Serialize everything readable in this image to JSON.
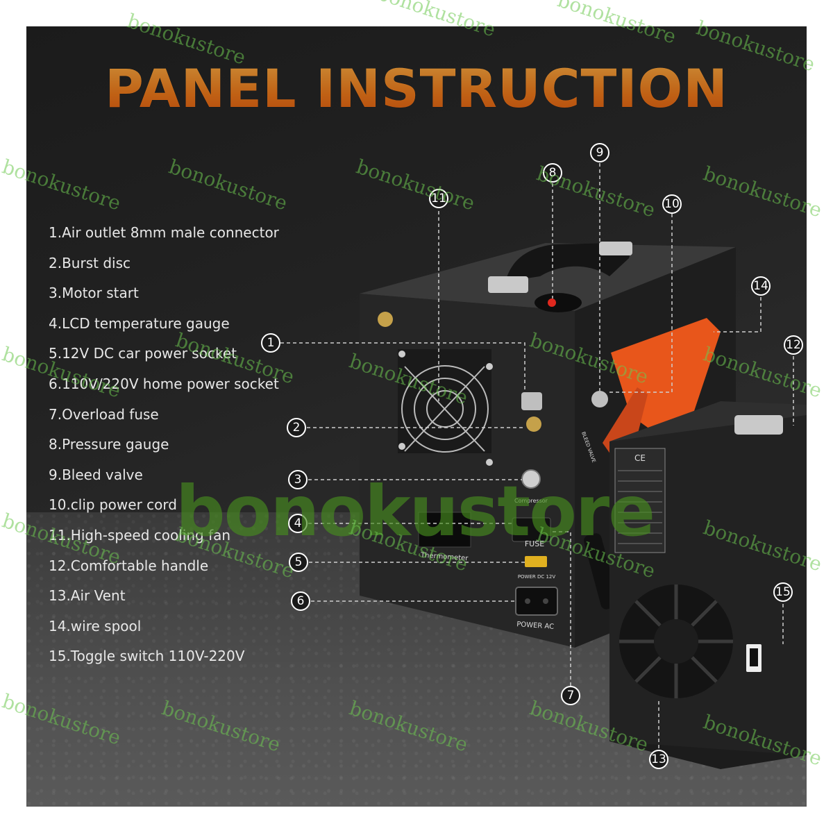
{
  "title": "PANEL INSTRUCTION",
  "legend": [
    "1.Air outlet 8mm male connector",
    "2.Burst disc",
    "3.Motor start",
    "4.LCD temperature gauge",
    "5.12V DC car power socket",
    "6.110V/220V home power socket",
    "7.Overload fuse",
    "8.Pressure gauge",
    "9.Bleed valve",
    "10.clip power cord",
    "11.High-speed cooling fan",
    "12.Comfortable handle",
    "13.Air Vent",
    "14.wire spool",
    "15.Toggle switch 110V-220V"
  ],
  "callouts": [
    "1",
    "2",
    "3",
    "4",
    "5",
    "6",
    "7",
    "8",
    "9",
    "10",
    "11",
    "12",
    "13",
    "14",
    "15"
  ],
  "device_labels": {
    "thermometer": "Thermometer",
    "compressor": "Compressor",
    "fuse": "FUSE",
    "power_dc": "POWER  DC 12V",
    "power_ac": "POWER AC",
    "bleed_valve": "BLEED VALVE",
    "ce": "CE"
  },
  "watermark": "bonokustore",
  "colors": {
    "title_orange": "#f28a1e",
    "clip_orange": "#e8561b",
    "watermark_green": "#6ec850",
    "background": "#222222"
  }
}
